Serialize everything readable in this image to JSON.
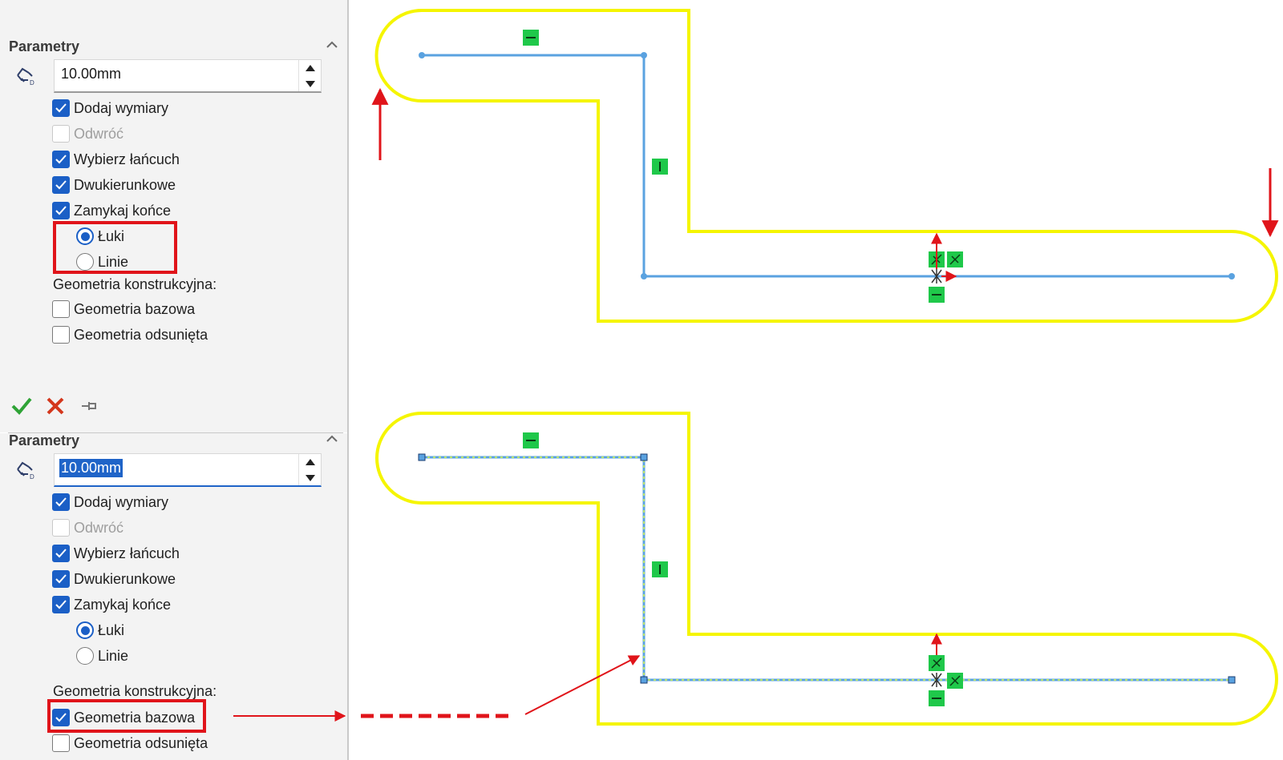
{
  "top_panel": {
    "title": "Parametry",
    "offset_value": "10.00mm",
    "checkboxes": [
      {
        "label": "Dodaj wymiary",
        "checked": true,
        "enabled": true
      },
      {
        "label": "Odwróć",
        "checked": false,
        "enabled": false
      },
      {
        "label": "Wybierz łańcuch",
        "checked": true,
        "enabled": true
      },
      {
        "label": "Dwukierunkowe",
        "checked": true,
        "enabled": true
      },
      {
        "label": "Zamykaj końce",
        "checked": true,
        "enabled": true
      }
    ],
    "radios": [
      {
        "label": "Łuki",
        "selected": true
      },
      {
        "label": "Linie",
        "selected": false
      }
    ],
    "construction_heading": "Geometria konstrukcyjna:",
    "construction": [
      {
        "label": "Geometria bazowa",
        "checked": false
      },
      {
        "label": "Geometria odsunięta",
        "checked": false
      }
    ]
  },
  "bottom_panel": {
    "title": "Parametry",
    "offset_value": "10.00mm",
    "checkboxes": [
      {
        "label": "Dodaj wymiary",
        "checked": true,
        "enabled": true
      },
      {
        "label": "Odwróć",
        "checked": false,
        "enabled": false
      },
      {
        "label": "Wybierz łańcuch",
        "checked": true,
        "enabled": true
      },
      {
        "label": "Dwukierunkowe",
        "checked": true,
        "enabled": true
      },
      {
        "label": "Zamykaj końce",
        "checked": true,
        "enabled": true
      }
    ],
    "radios": [
      {
        "label": "Łuki",
        "selected": true
      },
      {
        "label": "Linie",
        "selected": false
      }
    ],
    "construction_heading": "Geometria konstrukcyjna:",
    "construction": [
      {
        "label": "Geometria bazowa",
        "checked": true
      },
      {
        "label": "Geometria odsunięta",
        "checked": false
      }
    ]
  },
  "actions": {
    "ok": "check-icon",
    "cancel": "close-icon",
    "pin": "pushpin-icon"
  },
  "colors": {
    "accent": "#1b5fc6",
    "highlight_red": "#e0141a",
    "offset_yellow": "#f5f500",
    "sketch_blue": "#5aa2e0",
    "relation_green": "#1fc84a",
    "panel_bg": "#f3f3f3"
  }
}
